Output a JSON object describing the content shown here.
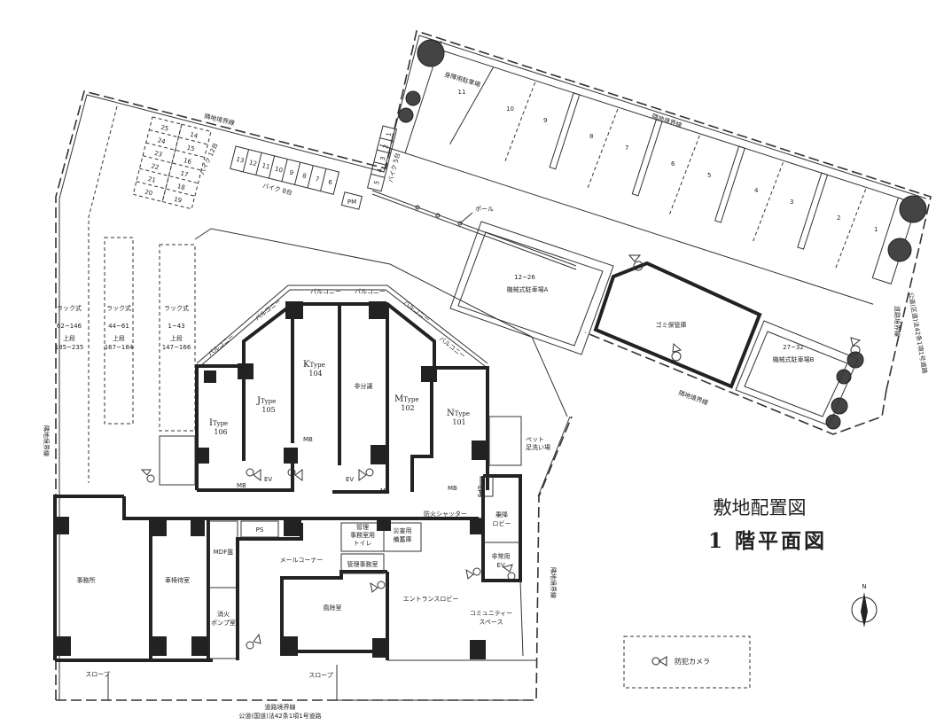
{
  "title": {
    "line1": "敷地配置図",
    "line2": "1 階平面図"
  },
  "legend": {
    "camera_label": "防犯カメラ"
  },
  "compass": {
    "north": "N"
  },
  "boundaries": {
    "neighbor_top_left": "隣地境界線",
    "neighbor_top_right": "隣地境界線",
    "neighbor_bottom_right": "隣地境界線",
    "neighbor_left": "隣地境界線",
    "neighbor_right": "隣地境界線",
    "road_boundary": "道路境界線",
    "road_name": "公道(国道)法42条1項1号道路",
    "right_road_boundary": "道路境界線",
    "right_road_name": "公道(区道)法42条1項1号道路"
  },
  "parking": {
    "accessible_label": "身障用駐車場",
    "accessible_number": "11",
    "spaces": [
      "10",
      "9",
      "8",
      "7",
      "6",
      "5",
      "4",
      "3",
      "2",
      "1"
    ],
    "pole_label": "ポール",
    "mech_a_range": "12~26",
    "mech_a_label": "機械式駐車場A",
    "mech_b_range": "27~32",
    "mech_b_label": "機械式駐車場B",
    "garbage_label": "ゴミ保管庫"
  },
  "bikes": {
    "left_label": "バイク 12台",
    "left_slots": [
      "25",
      "24",
      "23",
      "22",
      "21",
      "20",
      "14",
      "15",
      "16",
      "17",
      "18",
      "19"
    ],
    "middle_label": "バイク 8台",
    "middle_slots": [
      "13",
      "12",
      "11",
      "10",
      "9",
      "8",
      "7",
      "6"
    ],
    "right_label": "バイク 5台",
    "right_slots": [
      "1",
      "2",
      "3",
      "4",
      "5"
    ],
    "pm_label": "PM"
  },
  "racks": [
    {
      "type": "ラック式",
      "range": "62~146",
      "upper": "上段",
      "upper_range": "185~235"
    },
    {
      "type": "ラック式",
      "range": "44~61",
      "upper": "上段",
      "upper_range": "167~184"
    },
    {
      "type": "ラック式",
      "range": "1~43",
      "upper": "上段",
      "upper_range": "147~166"
    }
  ],
  "units": [
    {
      "type": "I",
      "suffix": "Type",
      "number": "106"
    },
    {
      "type": "J",
      "suffix": "Type",
      "number": "105"
    },
    {
      "type": "K",
      "suffix": "Type",
      "number": "104"
    },
    {
      "type": "M",
      "suffix": "Type",
      "number": "102"
    },
    {
      "type": "N",
      "suffix": "Type",
      "number": "101"
    }
  ],
  "rooms": {
    "non_sale": "非分譲",
    "balcony": "バルコニー",
    "mb": "MB",
    "ev": "EV",
    "eps": "EPS",
    "pet_wash": [
      "ペット",
      "足洗い場"
    ],
    "fire_shutter": "防火シャッター",
    "boarding_lobby": [
      "乗降",
      "ロビー"
    ],
    "emergency_ev": [
      "非常用",
      "EV"
    ],
    "ps": "PS",
    "mdf": "MDF盤",
    "mail_corner": "メールコーナー",
    "mgmt_toilet": [
      "管理",
      "事務室用",
      "トイレ"
    ],
    "disaster_storage": [
      "災害用",
      "備蓄庫"
    ],
    "mgmt_office": "管理事務室",
    "office": "事務所",
    "waiting_room": "車椅待室",
    "fire_pump": [
      "消火",
      "ポンプ室"
    ],
    "windbreak": "風除室",
    "entrance_lobby": "エントランスロビー",
    "community_space": [
      "コミュニティー",
      "スペース"
    ],
    "slope_left": "スロープ",
    "slope_right": "スロープ"
  }
}
